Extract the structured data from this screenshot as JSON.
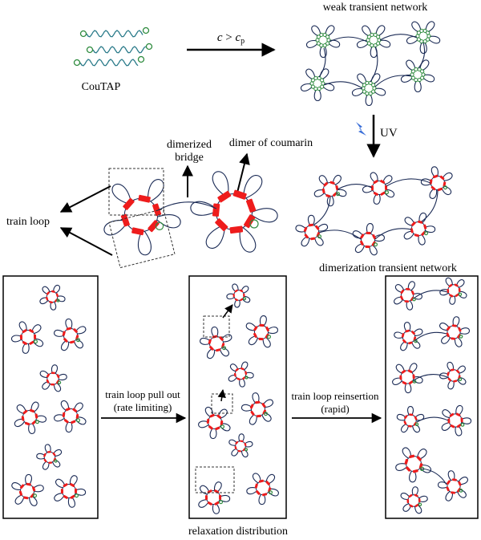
{
  "labels": {
    "coutap": "CouTAP",
    "condition_c": "c",
    "condition_op": " > ",
    "condition_cp": "c",
    "condition_cp_sub": "p",
    "weak_network": "weak transient network",
    "uv": "UV",
    "dimerized_bridge_line1": "dimerized",
    "dimerized_bridge_line2": "bridge",
    "dimer_of_coumarin": "dimer of coumarin",
    "train_loop": "train loop",
    "dimerization_network": "dimerization transient network",
    "pull_out_line1": "train loop pull out",
    "pull_out_line2": "(rate limiting)",
    "reinsertion_line1": "train loop reinsertion",
    "reinsertion_line2": "(rapid)",
    "relaxation": "relaxation distribution"
  },
  "colors": {
    "chain": "#1a2a55",
    "green_core": "#2e8b3e",
    "dimer_red": "#ee1c1c",
    "uv_bolt": "#3b6fd8",
    "arrow": "#000000"
  }
}
